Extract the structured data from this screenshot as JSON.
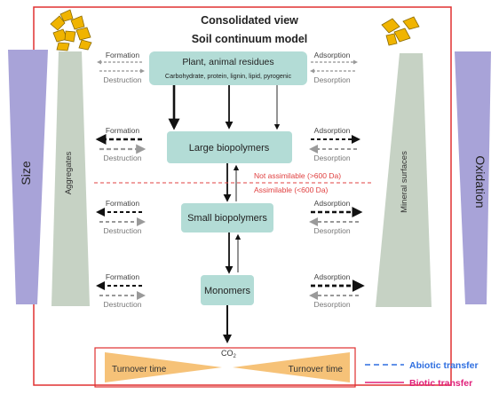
{
  "title": "Consolidated view",
  "subtitle": "Soil continuum model",
  "boxes": {
    "residues": {
      "label": "Plant, animal residues",
      "sub": "Carbohydrate, protein, lignin, lipid, pyrogenic"
    },
    "large": {
      "label": "Large biopolymers"
    },
    "small": {
      "label": "Small biopolymers"
    },
    "monomers": {
      "label": "Monomers"
    },
    "co2": {
      "label": "CO",
      "sub": "2"
    }
  },
  "left_labels": {
    "formation": "Formation",
    "destruction": "Destruction"
  },
  "right_labels": {
    "adsorption": "Adsorption",
    "desorption": "Desorption"
  },
  "threshold": {
    "above": "Not assimilable (>600 Da)",
    "below": "Assimilable (<600 Da)"
  },
  "side_bars": {
    "size": "Size",
    "aggregates": "Aggregates",
    "mineral": "Mineral surfaces",
    "oxidation": "Oxidation"
  },
  "turnover": {
    "left": "Turnover time",
    "right": "Turnover time"
  },
  "legend": {
    "abiotic": "Abiotic transfer",
    "biotic": "Biotic transfer"
  },
  "colors": {
    "frame": "#e03030",
    "box_fill": "#b3dcd6",
    "size_fill": "#a8a3d8",
    "aggregate_fill": "#c6d2c4",
    "turnover_fill": "#f6c278",
    "abiotic": "#2f6fe0",
    "biotic": "#e0207a",
    "threshold": "#e04040",
    "soil": "#f0b400"
  },
  "icons": [
    "aggregate-cluster-icon",
    "mineral-crystal-icon"
  ]
}
